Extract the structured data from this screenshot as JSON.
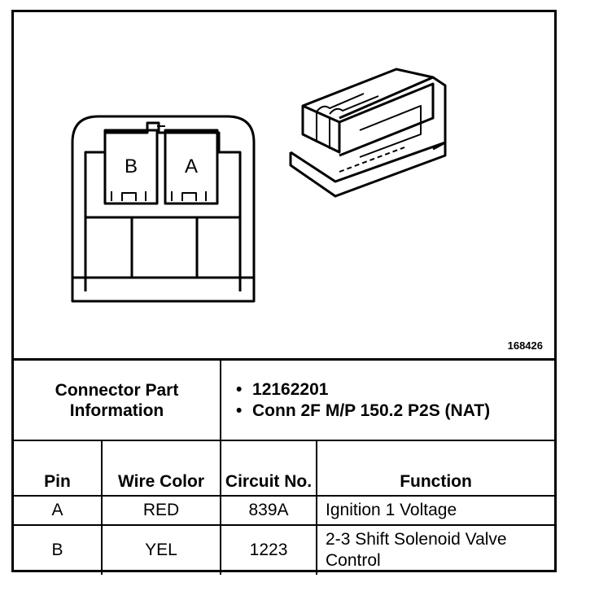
{
  "diagram": {
    "figure_id": "168426",
    "pin_labels": [
      "B",
      "A"
    ]
  },
  "connector_info": {
    "label": "Connector Part Information",
    "items": [
      "12162201",
      "Conn 2F M/P 150.2 P2S (NAT)"
    ]
  },
  "table": {
    "headers": [
      "Pin",
      "Wire Color",
      "Circuit No.",
      "Function"
    ],
    "rows": [
      {
        "pin": "A",
        "color": "RED",
        "circuit": "839A",
        "function": "Ignition 1 Voltage"
      },
      {
        "pin": "B",
        "color": "YEL",
        "circuit": "1223",
        "function": "2-3 Shift Solenoid Valve Control"
      }
    ]
  }
}
